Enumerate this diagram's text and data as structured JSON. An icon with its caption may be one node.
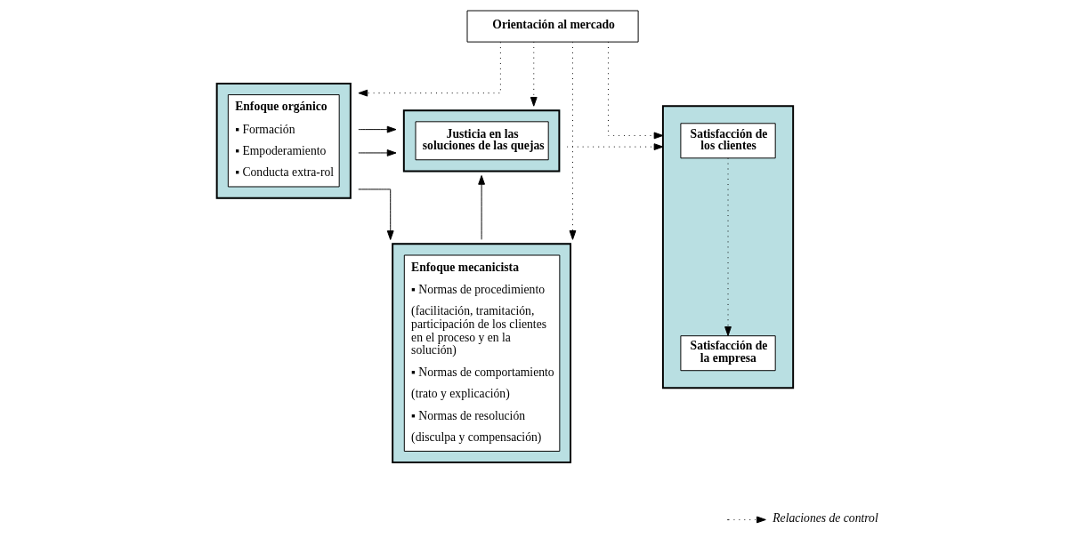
{
  "diagram": {
    "nodes": [
      {
        "text": [
          "Orientación al mercado"
        ]
      },
      {
        "text": [
          "Enfoque orgánico",
          "▪ Formación",
          "▪ Empoderamiento",
          "▪ Conducta extra-rol"
        ]
      },
      {
        "text": [
          "Enfoque mecanicista",
          "▪ Normas de procedimiento",
          "(facilitación, tramitación, participación de los clientes en el proceso y en la solución)",
          "▪ Normas de comportamiento",
          "(trato y explicación)",
          "▪ Normas de resolución",
          "(disculpa y compensación)"
        ]
      },
      {
        "text": [
          "Justicia en las soluciones de las quejas"
        ]
      },
      {
        "text": [],
        "shape": "box"
      },
      {
        "text": [
          "Satisfacción de los clientes"
        ],
        "in": 4
      },
      {
        "text": [
          "Satisfacción de la empresa"
        ],
        "in": 4
      }
    ],
    "edges": [
      {
        "from": 0,
        "to": 1,
        "arrow": "to",
        "style": "dashed"
      },
      {
        "from": 0,
        "to": 2,
        "arrow": "to",
        "style": "dashed"
      },
      {
        "from": 0,
        "to": 3,
        "arrow": "to",
        "style": "dashed"
      },
      {
        "from": 0,
        "to": 4,
        "arrow": "to",
        "style": "dashed"
      },
      {
        "from": 1,
        "to": 3,
        "arrow": "to"
      },
      {
        "from": 1,
        "to": 2,
        "arrow": "to"
      },
      {
        "from": 1,
        "to": 3,
        "arrow": "to"
      },
      {
        "from": 2,
        "to": 3,
        "arrow": "to"
      },
      {
        "from": 3,
        "to": 4,
        "arrow": "to",
        "style": "dashed"
      },
      {
        "from": 5,
        "to": 6,
        "arrow": "to",
        "style": "dashed"
      }
    ],
    "legend": [
      {
        "text": "Relaciones de control"
      }
    ]
  }
}
